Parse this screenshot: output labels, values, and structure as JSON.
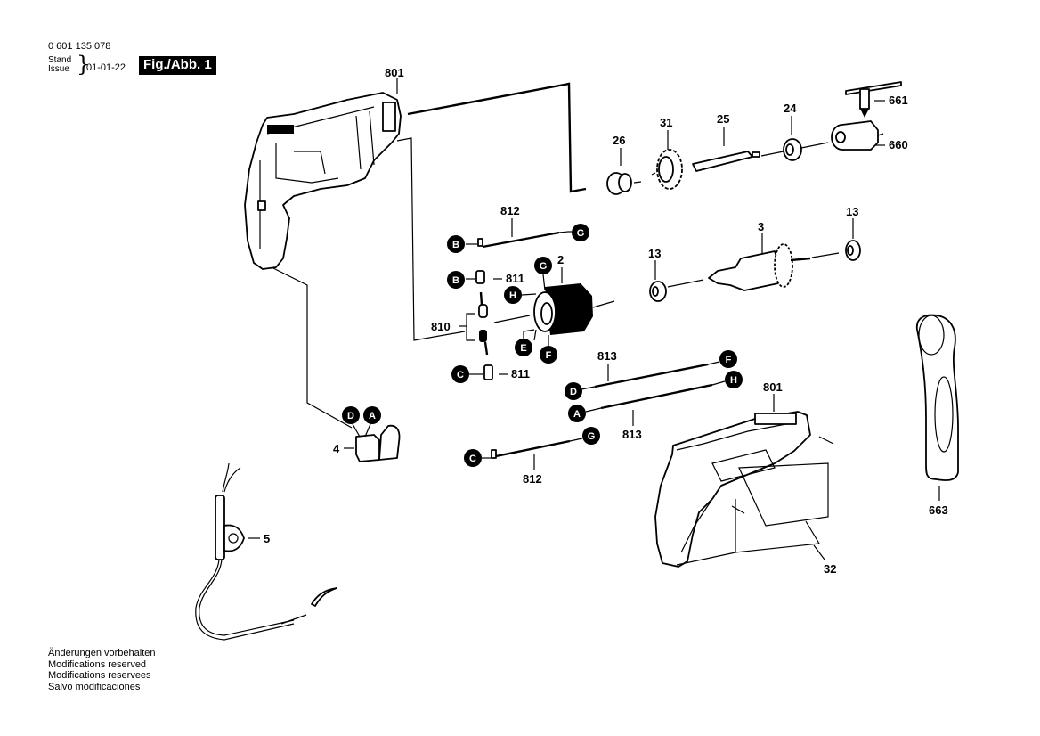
{
  "header": {
    "doc_number": "0 601 135 078",
    "stand_label": "Stand",
    "issue_label": "Issue",
    "date": "01-01-22",
    "figure_label": "Fig./Abb. 1"
  },
  "notes": [
    "Änderungen vorbehalten",
    "Modifications reserved",
    "Modifications reservees",
    "Salvo modificaciones"
  ],
  "part_labels": {
    "housing_left": "801",
    "housing_right": "801",
    "bearing_flange": "26",
    "gear": "31",
    "spindle": "25",
    "bearing_24": "24",
    "chuck_key": "661",
    "chuck": "660",
    "cable_812_top": "812",
    "cable_812_bottom": "812",
    "brush_holder_top": "811",
    "brush_holder_bottom": "811",
    "brushes": "810",
    "field": "2",
    "bearing_13_left": "13",
    "bearing_13_right": "13",
    "armature": "3",
    "cable_813_top": "813",
    "cable_813_bottom": "813",
    "switch": "4",
    "power_cord": "5",
    "handle_cover": "32",
    "aux_handle": "663"
  },
  "connectors": {
    "c812_top_left": "B",
    "c812_top_right": "G",
    "c811_top": "B",
    "field_g": "G",
    "field_h": "H",
    "field_e": "E",
    "field_f": "F",
    "c811_bottom": "C",
    "c813_top_left": "D",
    "c813_top_right": "F",
    "c813_bottom_left": "A",
    "c813_bottom_right": "H",
    "switch_d": "D",
    "switch_a": "A",
    "c812_bottom_left": "C",
    "c812_bottom_right": "G"
  }
}
